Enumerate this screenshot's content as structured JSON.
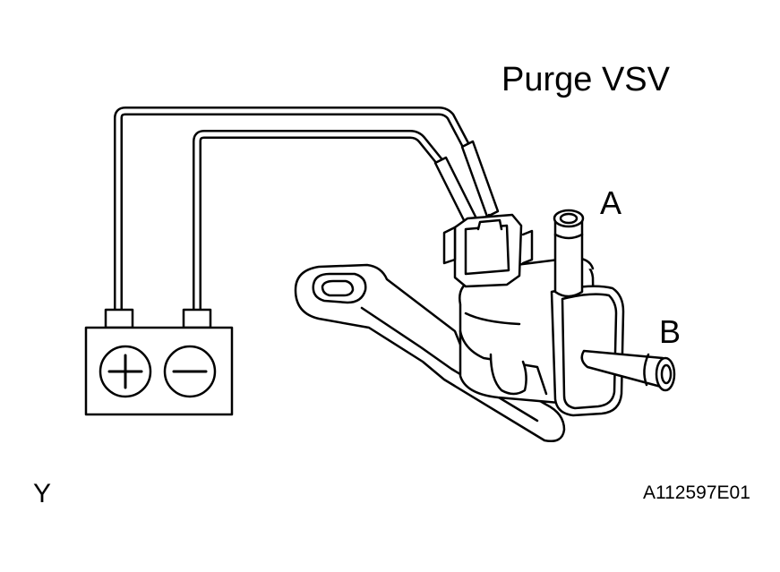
{
  "title": "Purge VSV",
  "ports": {
    "a": "A",
    "b": "B"
  },
  "corner_mark": "Y",
  "figure_id": "A112597E01",
  "battery": {
    "positive_symbol": "+",
    "negative_symbol": "−"
  }
}
